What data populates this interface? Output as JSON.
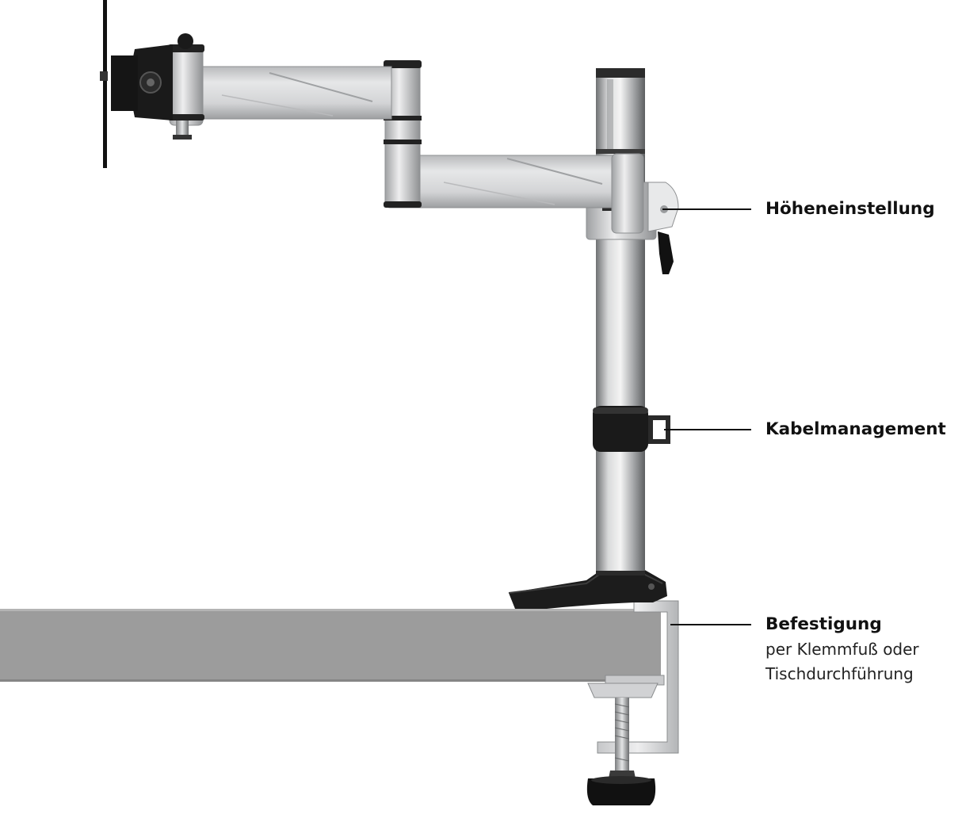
{
  "callouts": {
    "height_adjustment": {
      "title": "Höheneinstellung"
    },
    "cable_management": {
      "title": "Kabelmanagement"
    },
    "mounting": {
      "title": "Befestigung",
      "line1": "per Klemmfuß oder",
      "line2": "Tischdurchführung"
    }
  },
  "colors": {
    "desk": "#9c9c9c",
    "aluminium": "#d5d6d8",
    "steel": "#a7a9ab",
    "dark": "#1a1a1a",
    "leader": "#111111"
  }
}
